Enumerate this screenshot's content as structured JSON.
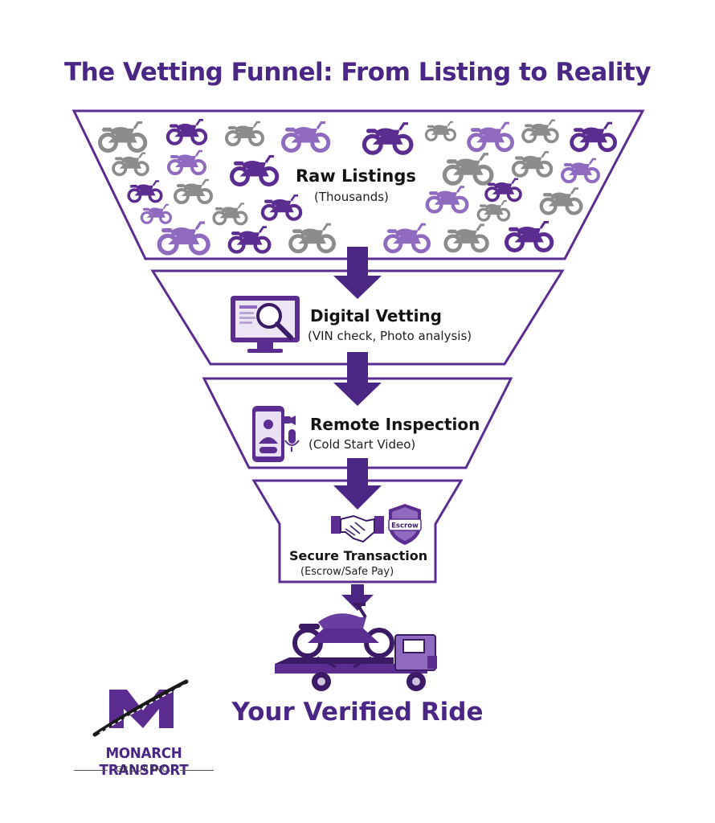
{
  "title": "The Vetting Funnel: From Listing to Reality",
  "colors": {
    "primary": "#5b2d90",
    "primary_light": "#8e6bbf",
    "grey_bike": "#8c8c8c",
    "frame_stroke": "#5b2d90"
  },
  "stages": [
    {
      "title": "Raw Listings",
      "subtitle": "(Thousands)",
      "icon": "motorcycles-collage-icon"
    },
    {
      "title": "Digital Vetting",
      "subtitle": "(VIN check, Photo analysis)",
      "icon": "monitor-magnifier-icon"
    },
    {
      "title": "Remote Inspection",
      "subtitle": "(Cold Start Video)",
      "icon": "phone-video-call-icon"
    },
    {
      "title": "Secure Transaction",
      "subtitle": "(Escrow/Safe Pay)",
      "icon": "handshake-icon"
    }
  ],
  "escrow_badge": "Escrow",
  "final_label": "Your Verified Ride",
  "logo": {
    "name": "MONARCH TRANSPORT",
    "subtitle": "GROUP INC."
  }
}
